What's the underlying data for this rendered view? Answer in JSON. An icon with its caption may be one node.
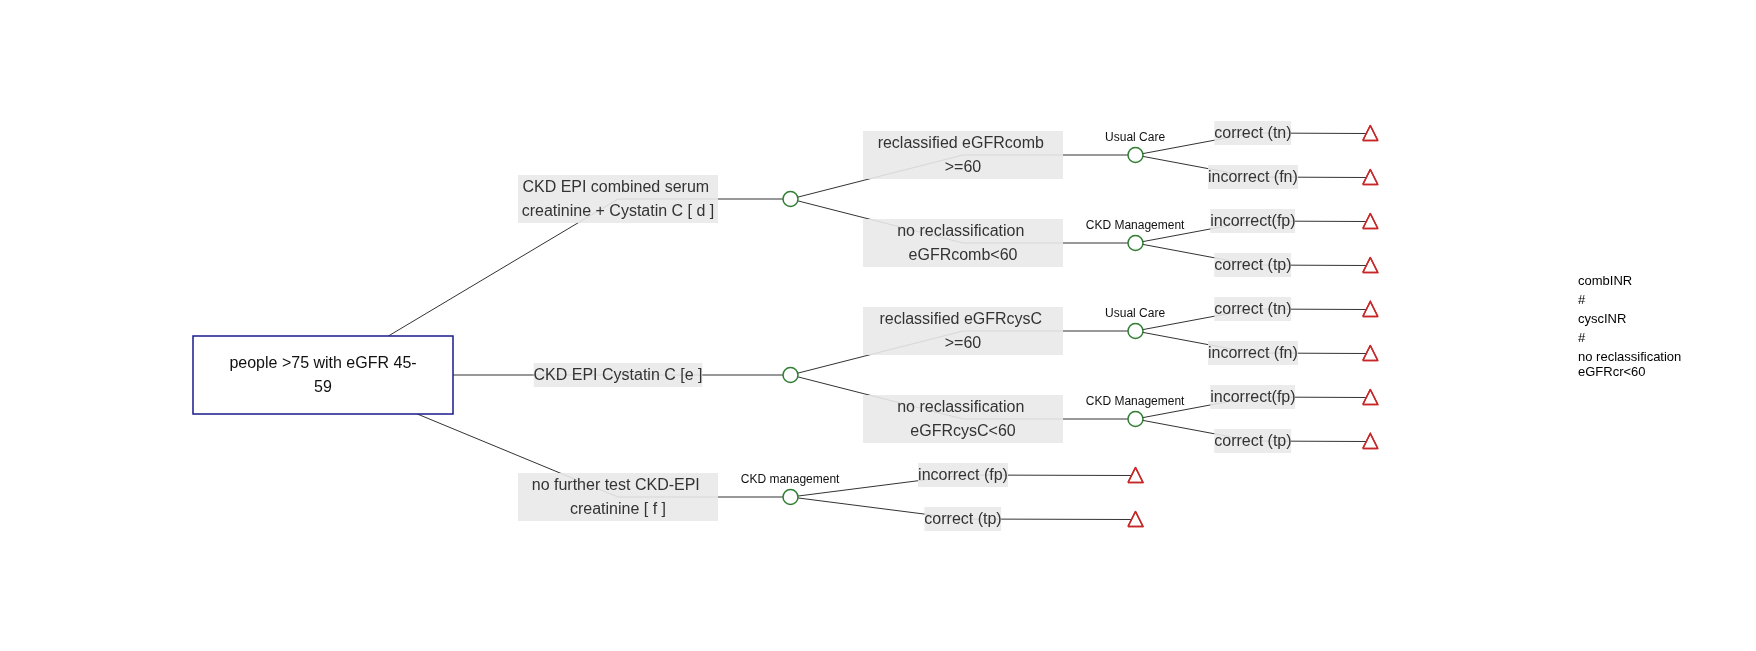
{
  "diagram": {
    "nodes": [
      {
        "text": [
          "people >75 with eGFR 45-59"
        ]
      },
      {
        "text": [],
        "shape": "circle"
      },
      {
        "text": [],
        "shape": "circle"
      },
      {
        "text": [],
        "shape": "circle",
        "beside": [
          "Usual Care"
        ]
      },
      {
        "text": [],
        "shape": "circle",
        "beside": [
          "CKD Management"
        ]
      },
      {
        "text": [],
        "shape": "circle",
        "beside": [
          "Usual Care"
        ]
      },
      {
        "text": [],
        "shape": "circle",
        "beside": [
          "CKD Management"
        ]
      },
      {
        "text": [],
        "shape": "circle",
        "beside": [
          "CKD management"
        ]
      },
      {
        "text": [],
        "shape": "triangle"
      },
      {
        "text": [],
        "shape": "triangle"
      },
      {
        "text": [],
        "shape": "triangle"
      },
      {
        "text": [],
        "shape": "triangle"
      },
      {
        "text": [],
        "shape": "triangle"
      },
      {
        "text": [],
        "shape": "triangle"
      },
      {
        "text": [],
        "shape": "triangle"
      },
      {
        "text": [],
        "shape": "triangle"
      },
      {
        "text": [],
        "shape": "triangle"
      },
      {
        "text": [],
        "shape": "triangle"
      }
    ],
    "edges": [
      {
        "from": 0,
        "to": 1,
        "arrow": "none",
        "label": "CKD EPI combined serum creatinine + Cystatin C [ d ]"
      },
      {
        "from": 0,
        "to": 2,
        "arrow": "none",
        "label": "CKD EPI Cystatin C [e ]"
      },
      {
        "from": 0,
        "to": 7,
        "arrow": "none",
        "label": "no further test CKD-EPI creatinine [ f ]"
      },
      {
        "from": 1,
        "to": 3,
        "arrow": "none",
        "label": "reclassified eGFRcomb >=60"
      },
      {
        "from": 1,
        "to": 4,
        "arrow": "none",
        "label": "no reclassification eGFRcomb<60"
      },
      {
        "from": 2,
        "to": 5,
        "arrow": "none",
        "label": "reclassified eGFRcysC >=60"
      },
      {
        "from": 2,
        "to": 6,
        "arrow": "none",
        "label": "no reclassification eGFRcysC<60"
      },
      {
        "from": 3,
        "to": 8,
        "arrow": "none",
        "label": "correct (tn)"
      },
      {
        "from": 3,
        "to": 9,
        "arrow": "none",
        "label": "incorrect (fn)"
      },
      {
        "from": 4,
        "to": 10,
        "arrow": "none",
        "label": "incorrect(fp)"
      },
      {
        "from": 4,
        "to": 11,
        "arrow": "none",
        "label": "correct (tp)"
      },
      {
        "from": 5,
        "to": 12,
        "arrow": "none",
        "label": "correct (tn)"
      },
      {
        "from": 5,
        "to": 13,
        "arrow": "none",
        "label": "incorrect (fn)"
      },
      {
        "from": 6,
        "to": 14,
        "arrow": "none",
        "label": "incorrect(fp)"
      },
      {
        "from": 6,
        "to": 15,
        "arrow": "none",
        "label": "correct (tp)"
      },
      {
        "from": 7,
        "to": 16,
        "arrow": "none",
        "label": "incorrect (fp)"
      },
      {
        "from": 7,
        "to": 17,
        "arrow": "none",
        "label": "correct (tp)"
      }
    ],
    "labels": [
      "combINR",
      "#",
      "cyscINR",
      "#",
      "no reclassification eGFRcr<60"
    ]
  }
}
